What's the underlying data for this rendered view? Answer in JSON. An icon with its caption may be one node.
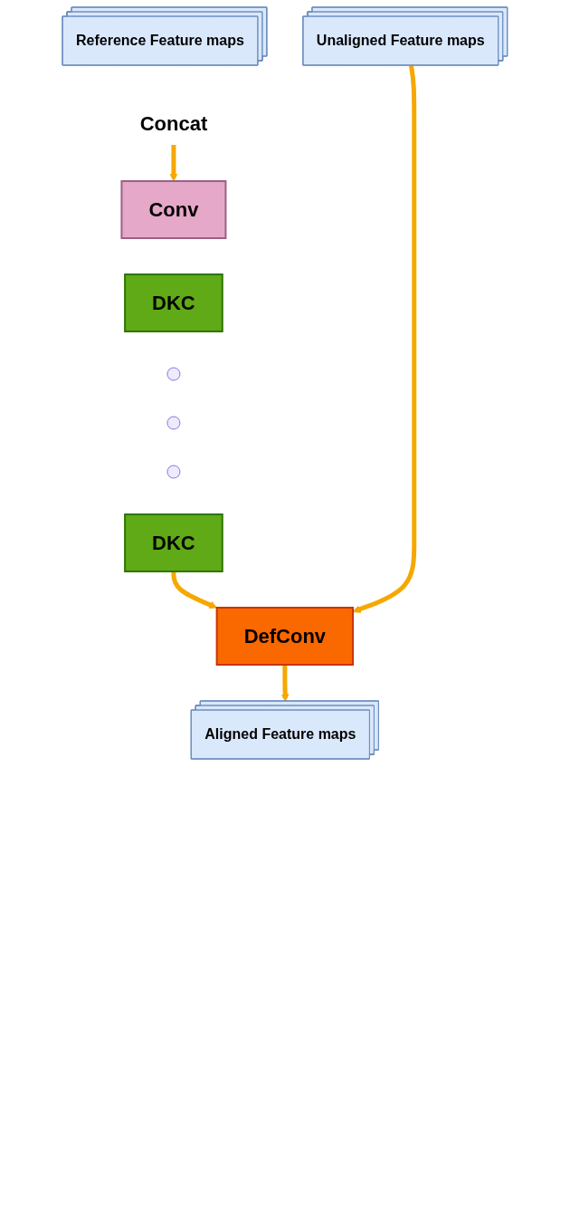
{
  "diagram": {
    "nodes": [
      {
        "text": [
          "Reference Feature maps"
        ]
      },
      {
        "text": [
          "Unaligned Feature maps"
        ]
      },
      {
        "text": [
          "Concat"
        ]
      },
      {
        "text": [
          "Conv"
        ]
      },
      {
        "text": [
          "DKC"
        ]
      },
      {
        "text": [],
        "shape": "circle"
      },
      {
        "text": [],
        "shape": "circle"
      },
      {
        "text": [],
        "shape": "circle"
      },
      {
        "text": [
          "DKC"
        ]
      },
      {
        "text": [
          "DefConv"
        ]
      },
      {
        "text": [
          "Aligned Feature maps"
        ]
      }
    ],
    "edges": [
      {
        "from": 2,
        "to": 3,
        "arrow": "to"
      },
      {
        "from": 8,
        "to": 9,
        "arrow": "to"
      },
      {
        "from": 1,
        "to": 9,
        "arrow": "to"
      },
      {
        "from": 9,
        "to": 10,
        "arrow": "to"
      }
    ]
  }
}
